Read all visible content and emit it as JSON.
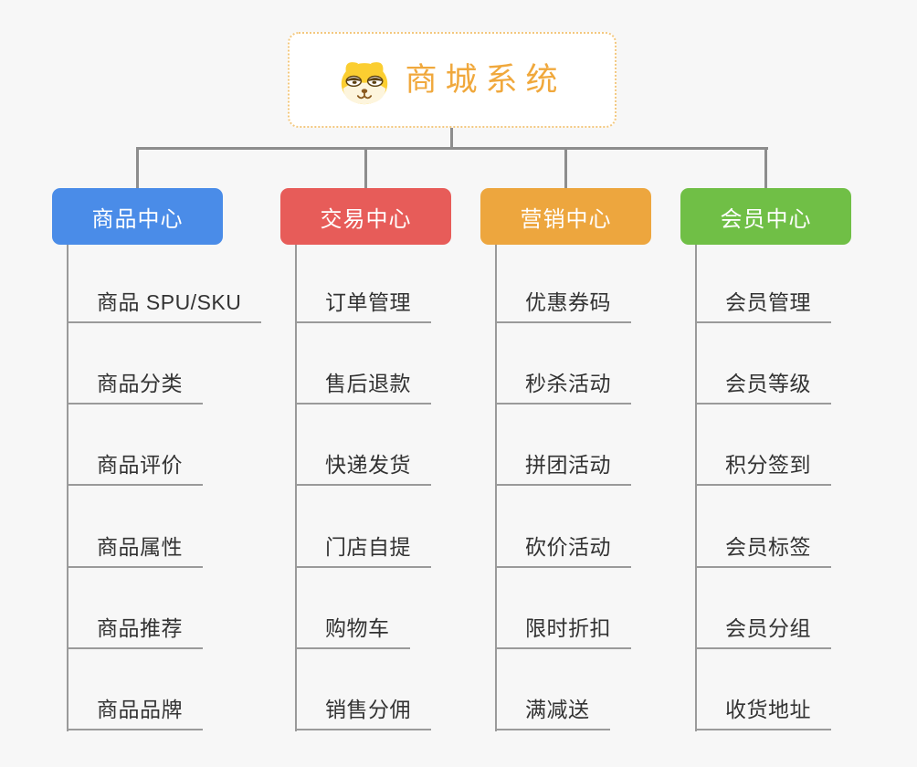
{
  "root": {
    "title": "商城系统",
    "icon": "dog-face-icon",
    "title_color": "#f0a83c",
    "border_color": "#f3c87f"
  },
  "branches": [
    {
      "label": "商品中心",
      "color": "#4a8ce8",
      "children": [
        "商品 SPU/SKU",
        "商品分类",
        "商品评价",
        "商品属性",
        "商品推荐",
        "商品品牌"
      ]
    },
    {
      "label": "交易中心",
      "color": "#e75c59",
      "children": [
        "订单管理",
        "售后退款",
        "快递发货",
        "门店自提",
        "购物车",
        "销售分佣"
      ]
    },
    {
      "label": "营销中心",
      "color": "#eda63e",
      "children": [
        "优惠券码",
        "秒杀活动",
        "拼团活动",
        "砍价活动",
        "限时折扣",
        "满减送"
      ]
    },
    {
      "label": "会员中心",
      "color": "#70bf46",
      "children": [
        "会员管理",
        "会员等级",
        "积分签到",
        "会员标签",
        "会员分组",
        "收货地址"
      ]
    }
  ],
  "colors": {
    "background": "#f7f7f7",
    "connector_line": "#8d8d8d",
    "branch_line": "#9a9a9a",
    "node_text": "#333333",
    "header_text": "#ffffff",
    "root_background": "#ffffff"
  }
}
